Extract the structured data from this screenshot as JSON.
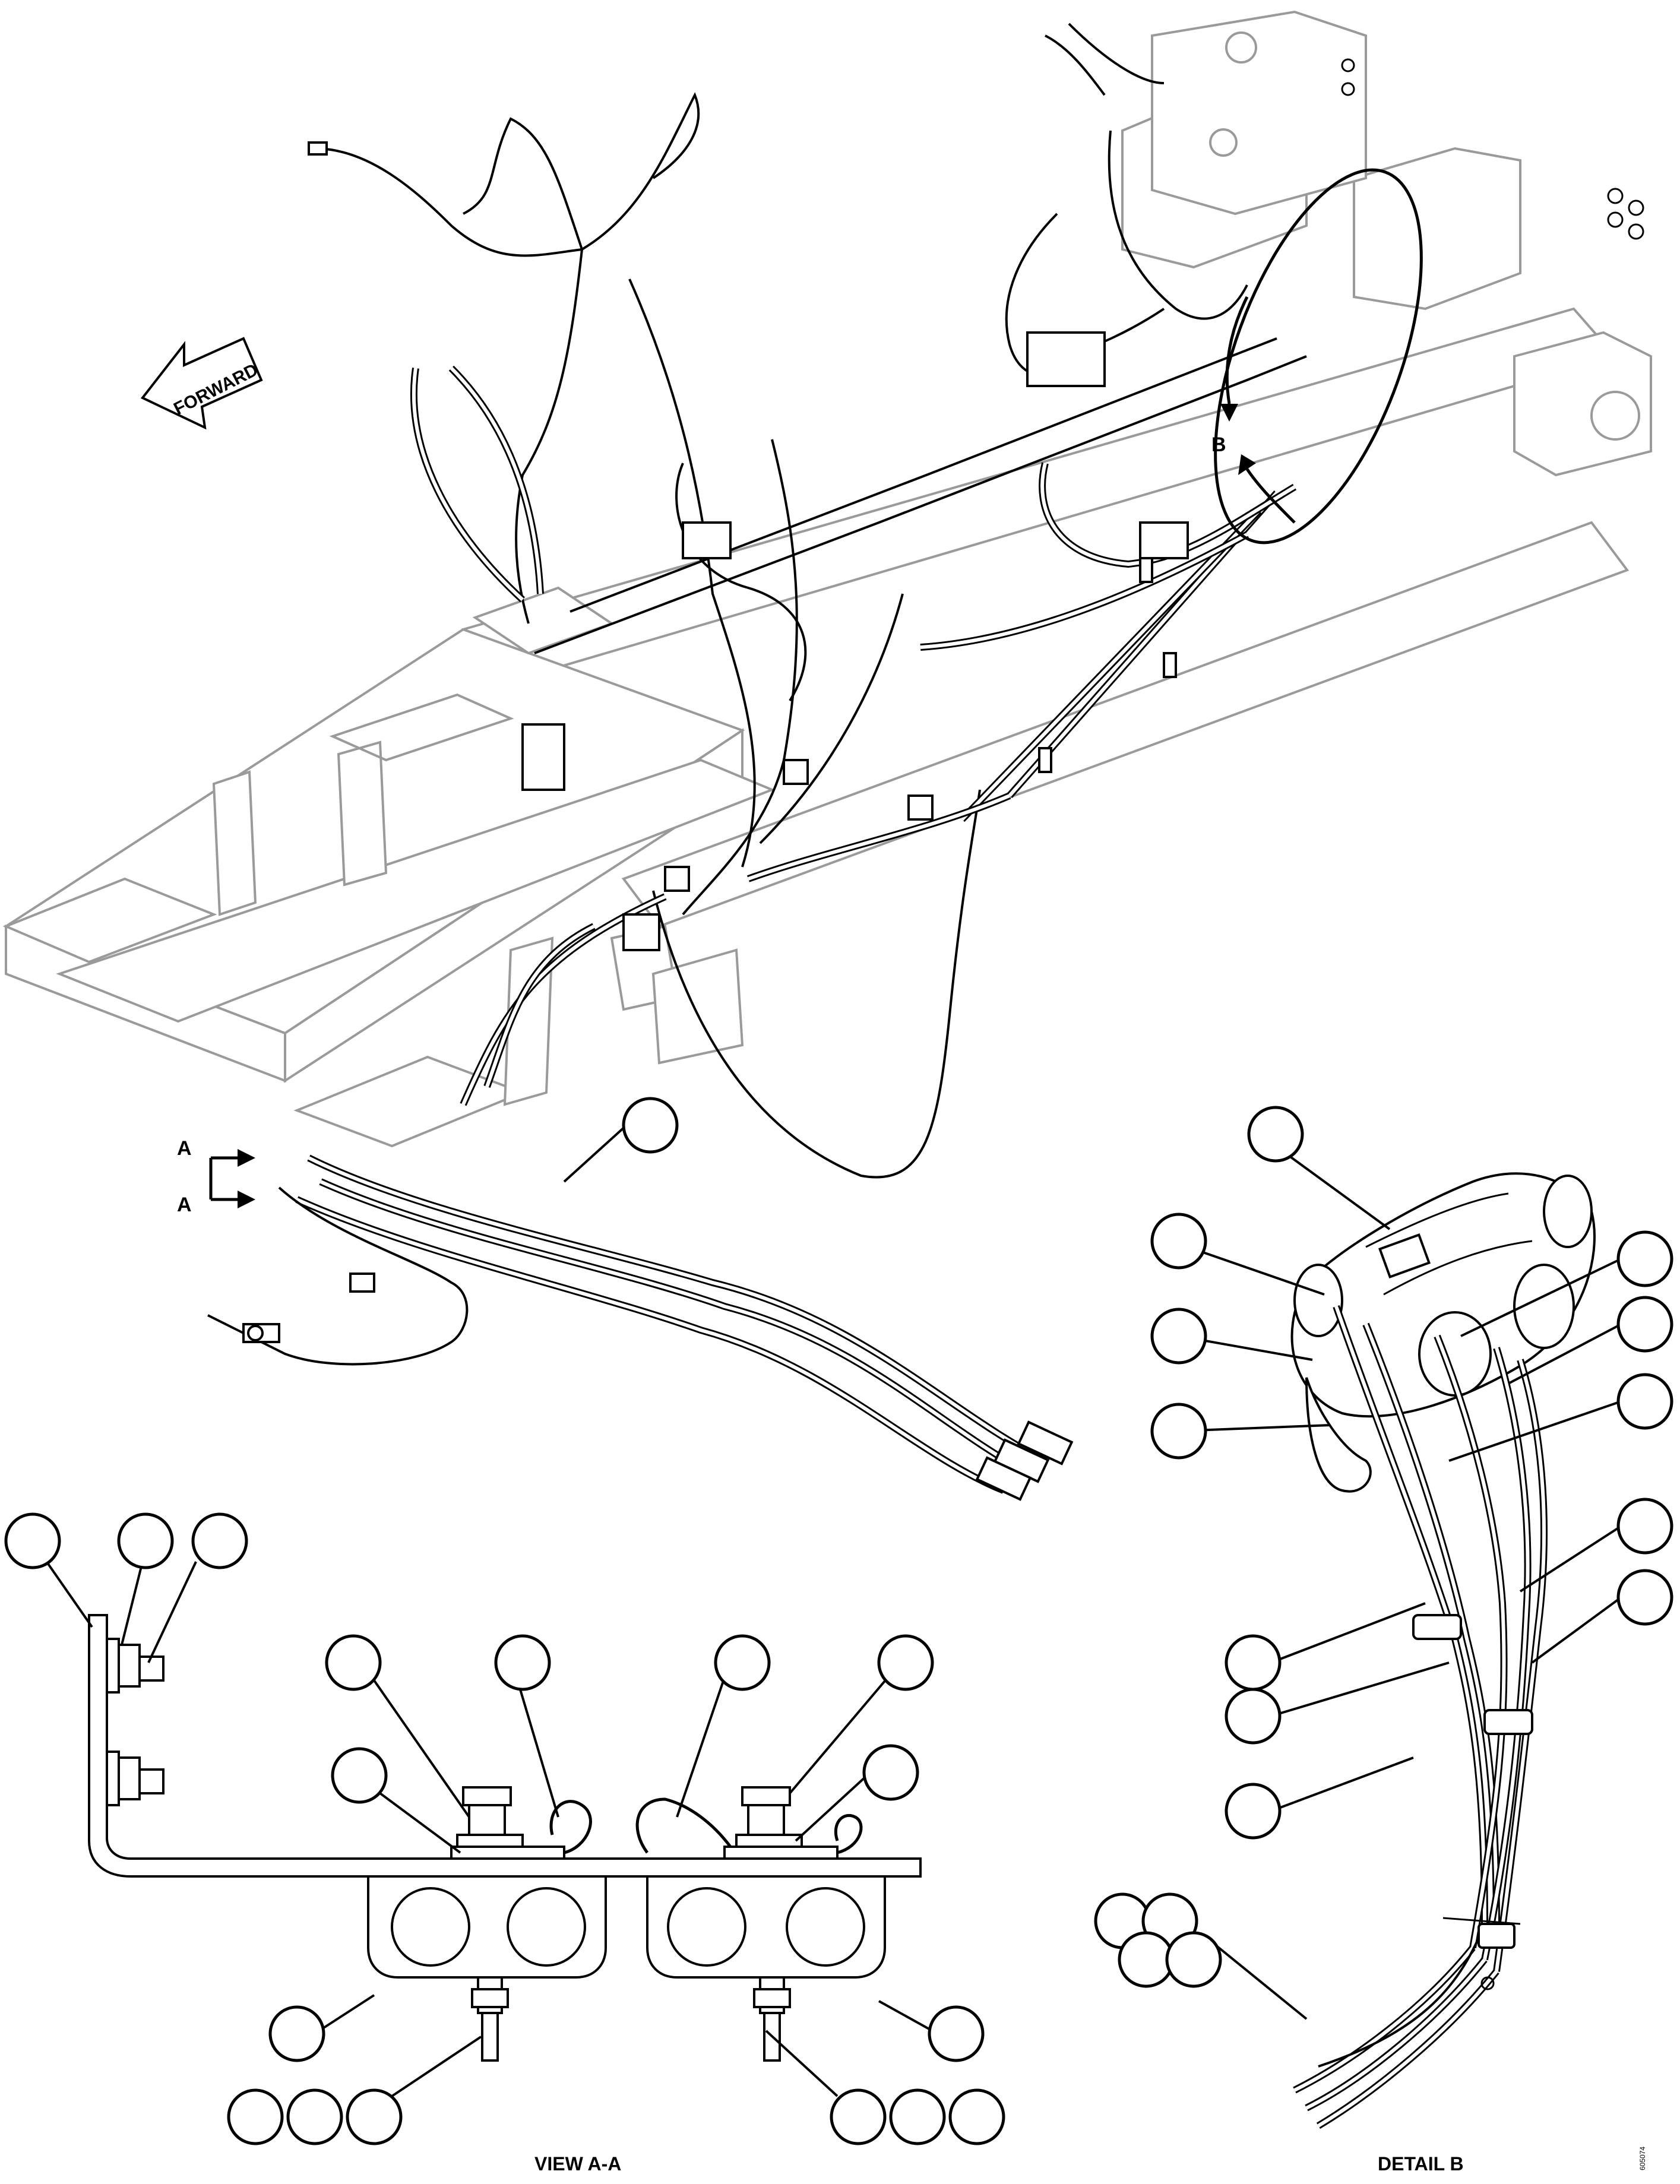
{
  "labels": {
    "forward": "FORWARD",
    "section_a_top": "A",
    "section_a_bottom": "A",
    "detail_b_marker": "B",
    "view_caption": "VIEW A-A",
    "detail_caption": "DETAIL B",
    "figure_code": "605074"
  }
}
